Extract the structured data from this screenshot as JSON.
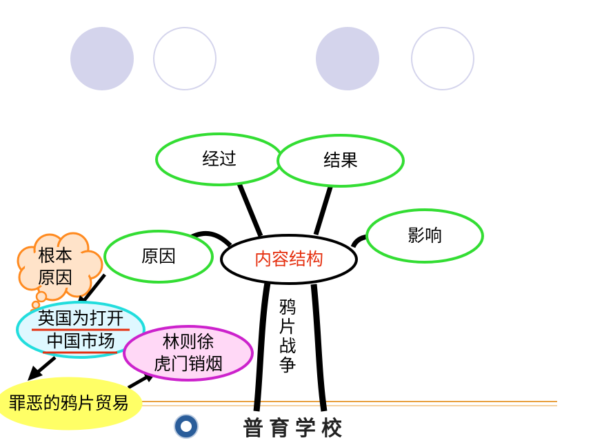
{
  "diagram": {
    "center": "内容结构",
    "trunk": "鸦片战争",
    "branches": {
      "process": "经过",
      "result": "结果",
      "impact": "影响",
      "cause": "原因"
    },
    "root_cause_line1": "根本",
    "root_cause_line2": "原因",
    "britain_line1": "英国为打开",
    "britain_line2": "中国市场",
    "lin_line1": "林则徐",
    "lin_line2": "虎门销烟",
    "opium_trade": "罪恶的鸦片贸易"
  },
  "footer": {
    "school_name": "普育学校",
    "logo_icon": "school-emblem-icon"
  },
  "colors": {
    "green_border": "#33dd33",
    "center_text": "#e53010",
    "cyan_border": "#22dddd",
    "cyan_fill": "#dff8ff",
    "magenta_border": "#cc22cc",
    "magenta_fill": "#ffd8f6",
    "yellow_fill": "#ffff66",
    "cloud_fill": "#ffe3c9",
    "cloud_border": "#ff8a1f",
    "underline_red": "#e53010",
    "footer_line": "#e8a040",
    "decor_circle": "#d4d4ec"
  }
}
